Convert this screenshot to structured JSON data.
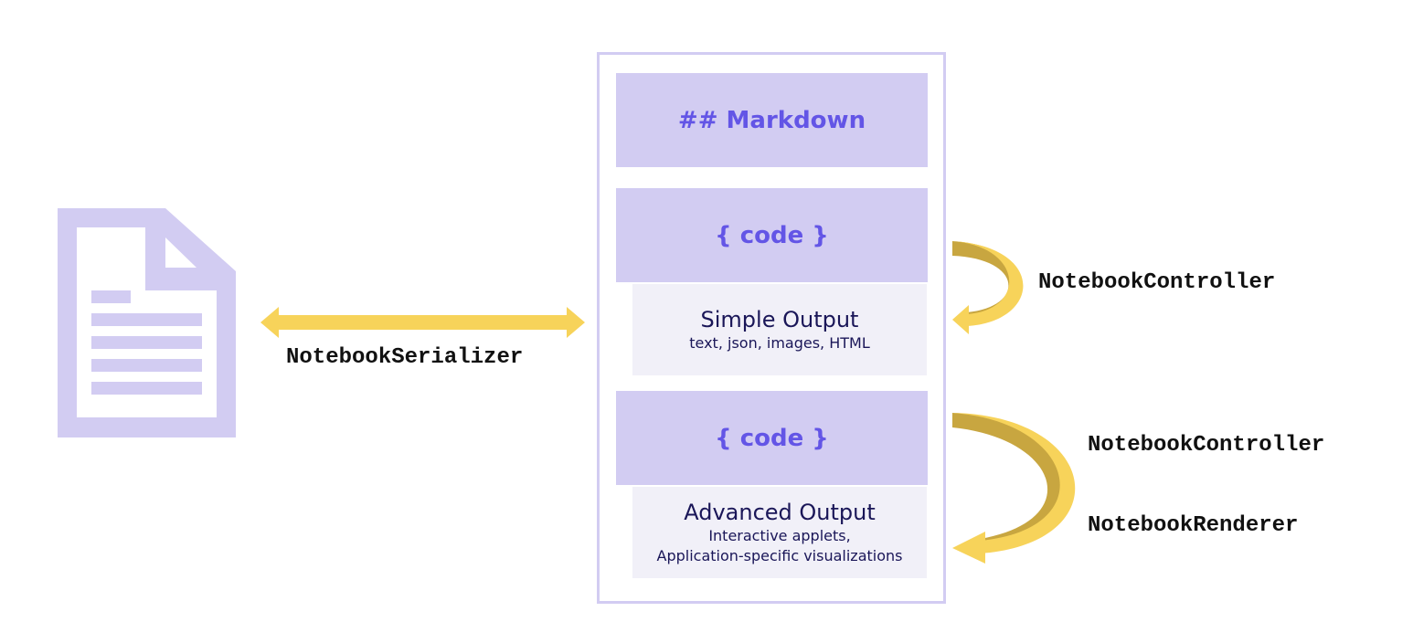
{
  "colors": {
    "lavender": "#d2ccf2",
    "cell_text": "#6355e6",
    "output_bg": "#f1f0f8",
    "output_text": "#1a1658",
    "arrow_gold": "#f7d35a",
    "arrow_gold_dark": "#c8a640"
  },
  "icons": {
    "document": "document-icon",
    "serializer_arrow": "double-arrow",
    "controller_arrow": "curved-arrow"
  },
  "notebook": {
    "markdown_cell": "## Markdown",
    "code_cell_1": "{ code }",
    "simple_output": {
      "title": "Simple Output",
      "description": "text, json, images, HTML"
    },
    "code_cell_2": "{ code }",
    "advanced_output": {
      "title": "Advanced Output",
      "description_line1": "Interactive applets,",
      "description_line2": "Application-specific visualizations"
    }
  },
  "labels": {
    "serializer": "NotebookSerializer",
    "controller_1": "NotebookController",
    "controller_2": "NotebookController",
    "renderer": "NotebookRenderer"
  }
}
